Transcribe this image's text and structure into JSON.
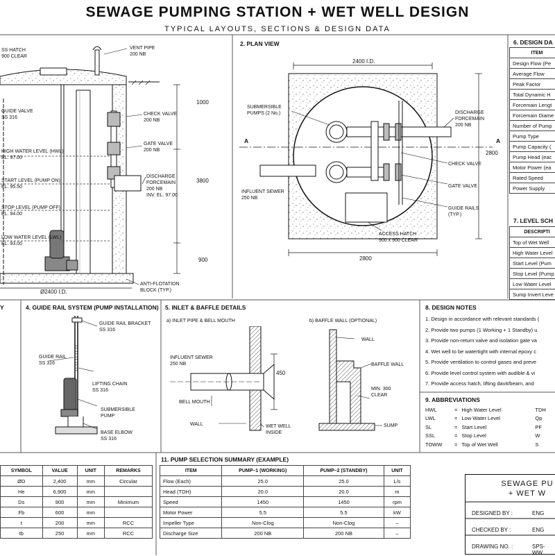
{
  "header": {
    "title": "SEWAGE PUMPING STATION + WET WELL DESIGN",
    "subtitle": "TYPICAL LAYOUTS, SECTIONS & DESIGN DATA"
  },
  "section": {
    "labels": {
      "hatch1": "SS HATCH",
      "hatch2": "900 CLEAR",
      "vent1": "VENT PIPE",
      "vent2": "200 NB",
      "guide1": "GUIDE VALVE",
      "guide2": "SS 316",
      "check1": "CHECK VALVE",
      "check2": "200 NB",
      "gate1": "GATE VALVE",
      "gate2": "200 NB",
      "hwl1": "HIGH WATER LEVEL (HWL)",
      "hwl2": "EL. 97.00",
      "start1": "START LEVEL (PUMP ON)",
      "start2": "EL. 95.50",
      "stop1": "STOP LEVEL (PUMP OFF)",
      "stop2": "EL. 94.00",
      "lwl1": "LOW WATER LEVEL (LWL)",
      "lwl2": "EL. 93.00",
      "dis1": "DISCHARGE",
      "dis2": "FORCEMAIN",
      "dis3": "200 NB",
      "dis4": "INV. EL. 97.00",
      "anti1": "ANTI-FLOTATION",
      "anti2": "BLOCK (TYP.)",
      "dia": "Ø2400 I.D."
    },
    "dims": {
      "d1": "1000",
      "d2": "3800",
      "d3": "900"
    }
  },
  "plan": {
    "heading": "2.  PLAN VIEW",
    "dim_top": "2400 I.D.",
    "dim_right": "2800",
    "dim_bottom": "2800",
    "cut_a": "A",
    "labels": {
      "sub1": "SUBMERSIBLE",
      "sub2": "PUMPS (2 No.)",
      "dis1": "DISCHARGE",
      "dis2": "FORCEMAIN",
      "dis3": "200 NB",
      "check": "CHECK VALVE",
      "gate": "GATE VALVE",
      "inf1": "INFLUENT SEWER",
      "inf2": "250 NB",
      "rails1": "GUIDE RAILS",
      "rails2": "(TYP.)",
      "hatch1": "ACCESS HATCH",
      "hatch2": "900 x 900 CLEAR"
    }
  },
  "design_data": {
    "heading": "6.  DESIGN DA",
    "col_item": "ITEM",
    "rows": [
      "Design Flow (Pe",
      "Average Flow",
      "Peak Factor",
      "Total Dynamic H",
      "Forcemain Lengt",
      "Forcemain Diame",
      "Number of Pump",
      "Pump Type",
      "Pump Capacity (",
      "Pump Head (eac",
      "Motor Power (ea",
      "Rated Speed",
      "Power Supply"
    ]
  },
  "level_schedule": {
    "heading": "7.  LEVEL SCH",
    "col": "DESCRIPTI",
    "rows": [
      "Top of Wet Well",
      "High Water Level",
      "Start Level (Pum",
      "Stop Level (Pump",
      "Low Water Level",
      "Sump Invert Leve"
    ]
  },
  "s3": {
    "heading": "Y"
  },
  "guide_rail": {
    "heading": "4.  GUIDE RAIL SYSTEM (PUMP INSTALLATION)",
    "labels": {
      "bracket1": "GUIDE RAIL BRACKET",
      "bracket2": "SS 316",
      "rail1": "GUIDE RAIL",
      "rail2": "SS 316",
      "chain1": "LIFTING CHAIN",
      "chain2": "SS 316",
      "pump1": "SUBMERSIBLE",
      "pump2": "PUMP",
      "elbow1": "BASE ELBOW",
      "elbow2": "SS 316"
    }
  },
  "inlet": {
    "heading": "5.  INLET & BAFFLE DETAILS",
    "sub_a": "a) INLET PIPE & BELL MOUTH",
    "sub_b": "b) BAFFLE WALL (OPTIONAL)",
    "labels": {
      "inf1": "INFLUENT SEWER",
      "inf2": "250 NB",
      "bell": "BELL MOUTH",
      "wall": "WALL",
      "ww1": "WET WELL",
      "ww2": "INSIDE",
      "wall_b": "WALL",
      "baffle": "BAFFLE WALL",
      "min1": "MIN. 300",
      "min2": "CLEAR",
      "sump": "SUMP"
    },
    "dim": "450"
  },
  "notes": {
    "heading": "8.  DESIGN NOTES",
    "items": [
      "1.   Design in accordance with relevant standards (",
      "2.   Provide two pumps (1 Working + 1 Standby) u",
      "3.   Provide non-return valve and isolation gate va",
      "4.   Wet well to be watertight with internal epoxy c",
      "5.   Provide ventilation to control gases and preve",
      "6.   Provide level control system with audible & vi",
      "7.   Provide access hatch, lifting davit/beam, and"
    ]
  },
  "abbreviations": {
    "heading": "9.  ABBREVIATIONS",
    "rows": [
      {
        "k": "HWL",
        "eq": "=",
        "v": "High Water Level",
        "k2": "TDH"
      },
      {
        "k": "LWL",
        "eq": "=",
        "v": "Low Water Level",
        "k2": "Qp"
      },
      {
        "k": "SL",
        "eq": "=",
        "v": "Start Level",
        "k2": "PF"
      },
      {
        "k": "SSL",
        "eq": "=",
        "v": "Stop Level",
        "k2": "W"
      },
      {
        "k": "TOWW",
        "eq": "=",
        "v": "Top of Wet Well",
        "k2": "S"
      }
    ]
  },
  "symbols": {
    "cols": [
      "SYMBOL",
      "VALUE",
      "UNIT",
      "REMARKS"
    ],
    "rows": [
      [
        "ØD",
        "2,400",
        "mm",
        "Circular"
      ],
      [
        "He",
        "6,900",
        "mm",
        ""
      ],
      [
        "Ds",
        "900",
        "mm",
        "Minimum"
      ],
      [
        "Fb",
        "600",
        "mm",
        ""
      ],
      [
        "t",
        "200",
        "mm",
        "RCC"
      ],
      [
        "tb",
        "250",
        "mm",
        "RCC"
      ]
    ]
  },
  "pump_selection": {
    "heading": "11.  PUMP SELECTION SUMMARY (EXAMPLE)",
    "cols": [
      "ITEM",
      "PUMP–1 (WORKING)",
      "PUMP–2 (STANDBY)",
      "UNIT"
    ],
    "rows": [
      [
        "Flow (Each)",
        "25.0",
        "25.0",
        "L/s"
      ],
      [
        "Head (TDH)",
        "20.0",
        "20.0",
        "m"
      ],
      [
        "Speed",
        "1450",
        "1450",
        "rpm"
      ],
      [
        "Motor Power",
        "5.5",
        "5.5",
        "kW"
      ],
      [
        "Impeller Type",
        "Non-Clog",
        "Non-Clog",
        "–"
      ],
      [
        "Discharge Size",
        "200 NB",
        "200 NB",
        "–"
      ]
    ]
  },
  "title_block": {
    "line1": "SEWAGE PU",
    "line2": "+ WET W",
    "designed_label": "DESIGNED BY :",
    "designed_value": "ENG",
    "checked_label": "CHECKED BY :",
    "checked_value": "ENG",
    "drawing_label": "DRAWING NO. :",
    "drawing_value": "SPS-WW"
  }
}
